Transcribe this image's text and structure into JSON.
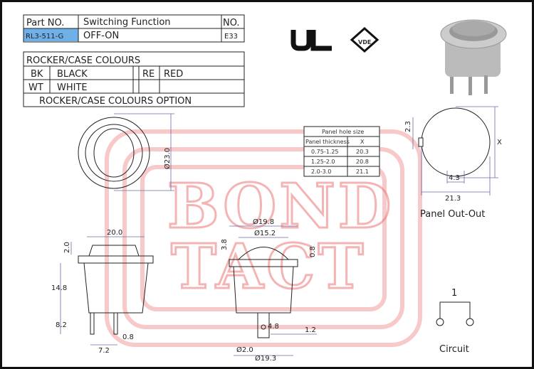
{
  "part_table": {
    "h_part": "Part NO.",
    "h_func": "Switching Function",
    "h_no": "NO.",
    "part": "RL3-511-G",
    "func": "OFF-ON",
    "no": "E33",
    "part_bg": "#6fb0e8"
  },
  "colour_table": {
    "title": "ROCKER/CASE COLOURS",
    "rows": [
      {
        "code": "BK",
        "name": "BLACK"
      },
      {
        "code": "WT",
        "name": "WHITE"
      }
    ],
    "r_code": "RE",
    "r_name": "RED",
    "footer": "ROCKER/CASE COLOURS OPTION"
  },
  "certs": {
    "ul": "UL",
    "vde": "VDE"
  },
  "watermark": {
    "line1": "BOND",
    "line2": "TACT"
  },
  "panel_hole": {
    "title": "Panel hole size",
    "headers": [
      "Panel thickness",
      "X"
    ],
    "rows": [
      [
        "0.75-1.25",
        "20.3"
      ],
      [
        "1.25-2.0",
        "20.8"
      ],
      [
        "2.0-3.0",
        "21.1"
      ]
    ]
  },
  "front_view": {
    "dia": "Ø23.0"
  },
  "side_view": {
    "width": "20.0",
    "rocker": "2.0",
    "height": "14.8",
    "term": "8.2",
    "pitch": "7.2",
    "thick": "0.8"
  },
  "end_view": {
    "d1": "Ø19.8",
    "d2": "Ø15.2",
    "h1": "3.8",
    "h2": "0.8",
    "w": "4.8",
    "hole": "Ø2.0",
    "d3": "Ø19.3",
    "t": "1.2"
  },
  "cutout": {
    "notch_h": "2.3",
    "notch_w": "4.3",
    "dia": "21.3",
    "x": "X",
    "label": "Panel Out-Out"
  },
  "circuit": {
    "pin": "1",
    "label": "Circuit"
  }
}
